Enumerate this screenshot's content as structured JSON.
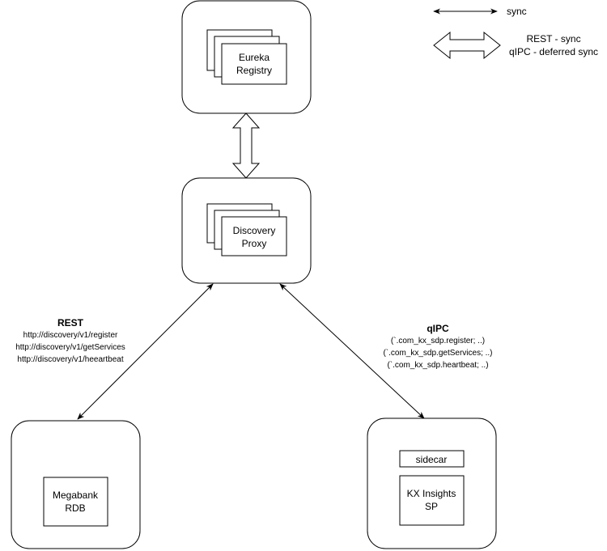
{
  "legend": {
    "sync_label": "sync",
    "rest_label": "REST - sync",
    "qipc_label": "qIPC - deferred sync"
  },
  "nodes": {
    "eureka": {
      "line1": "Eureka",
      "line2": "Registry"
    },
    "proxy": {
      "line1": "Discovery",
      "line2": "Proxy"
    },
    "megabank": {
      "line1": "Megabank",
      "line2": "RDB"
    },
    "sidecar": {
      "label": "sidecar"
    },
    "kx": {
      "line1": "KX Insights",
      "line2": "SP"
    }
  },
  "rest": {
    "title": "REST",
    "endpoints": [
      "http://discovery/v1/register",
      "http://discovery/v1/getServices",
      "http://discovery/v1/heeartbeat"
    ]
  },
  "qipc": {
    "title": "qIPC",
    "calls": [
      "(`.com_kx_sdp.register; ..)",
      "(`.com_kx_sdp.getServices; ..)",
      "(`.com_kx_sdp.heartbeat; ..)"
    ]
  }
}
